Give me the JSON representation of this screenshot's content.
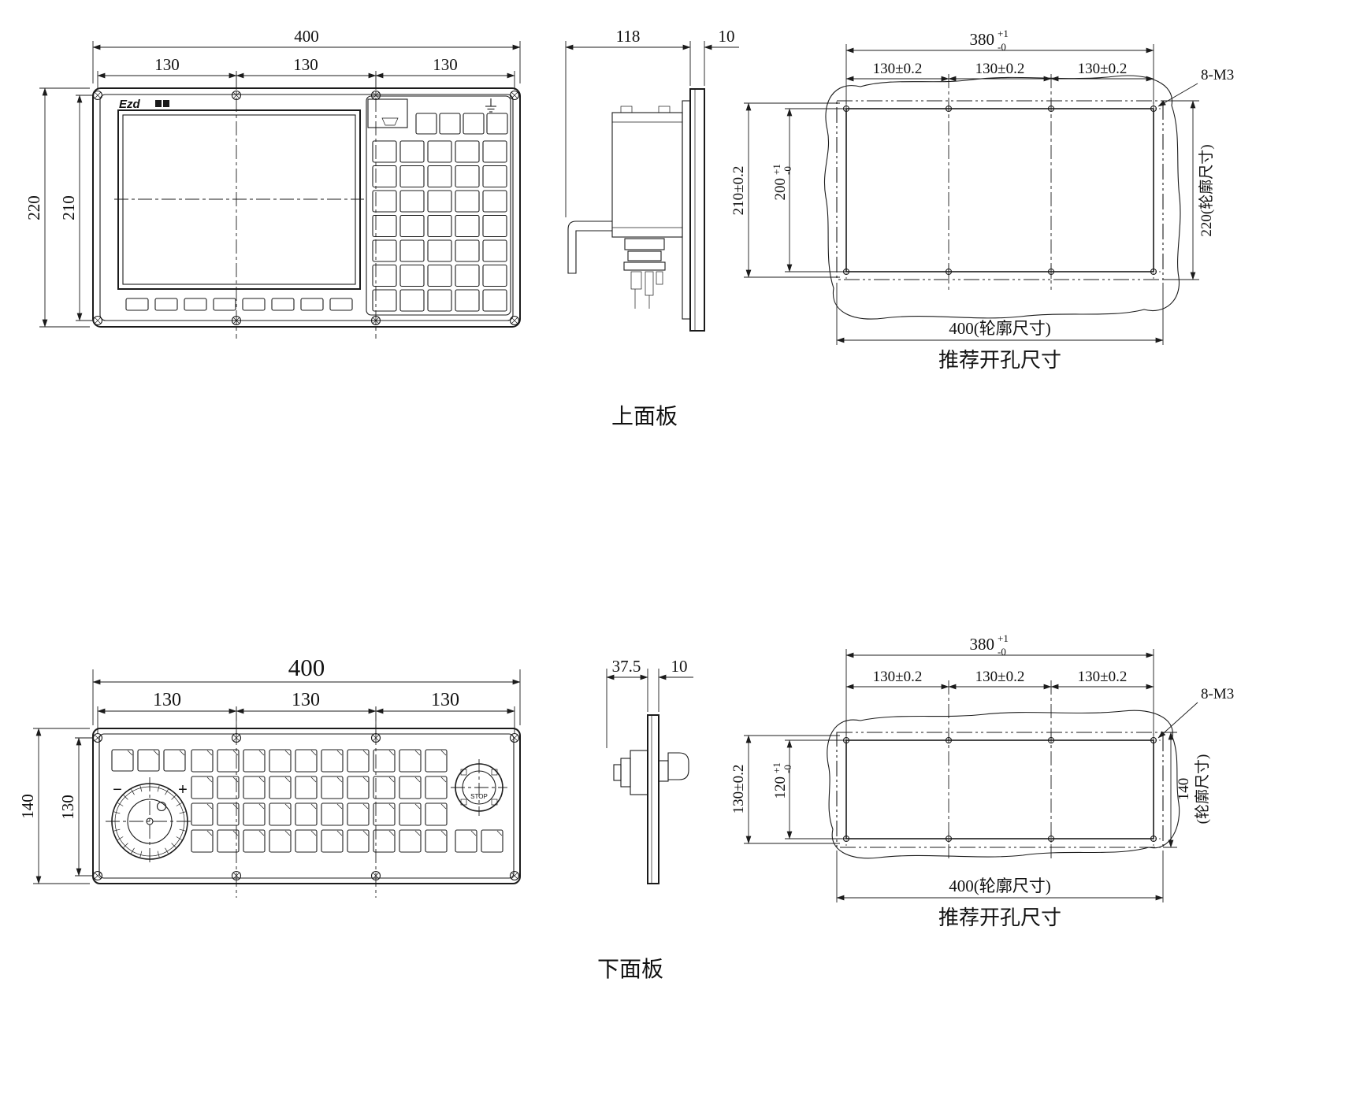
{
  "captions": {
    "upper": "上面板",
    "lower": "下面板"
  },
  "upper": {
    "front": {
      "w": "400",
      "s1": "130",
      "s2": "130",
      "s3": "130",
      "h": "220",
      "hi": "210",
      "brand": "Ezd"
    },
    "side": {
      "d": "118",
      "t": "10"
    },
    "cut": {
      "w": "380",
      "wu": "+1",
      "wd": "-0",
      "c1": "130±0.2",
      "c2": "130±0.2",
      "c3": "130±0.2",
      "thread": "8-M3",
      "h": "210±0.2",
      "ih": "200",
      "iu": "+1",
      "id": "-0",
      "oh": "220(轮廓尺寸)",
      "ow": "400(轮廓尺寸)",
      "note": "推荐开孔尺寸"
    }
  },
  "lower": {
    "front": {
      "w": "400",
      "s1": "130",
      "s2": "130",
      "s3": "130",
      "h": "140",
      "hi": "130",
      "minus": "−",
      "plus": "+",
      "estop": "STOP"
    },
    "side": {
      "d": "37.5",
      "t": "10"
    },
    "cut": {
      "w": "380",
      "wu": "+1",
      "wd": "-0",
      "c1": "130±0.2",
      "c2": "130±0.2",
      "c3": "130±0.2",
      "thread": "8-M3",
      "h": "130±0.2",
      "ih": "120",
      "iu": "+1",
      "id": "-0",
      "oh1": "140",
      "oh2": "(轮廓尺寸)",
      "ow": "400(轮廓尺寸)",
      "note": "推荐开孔尺寸"
    }
  }
}
